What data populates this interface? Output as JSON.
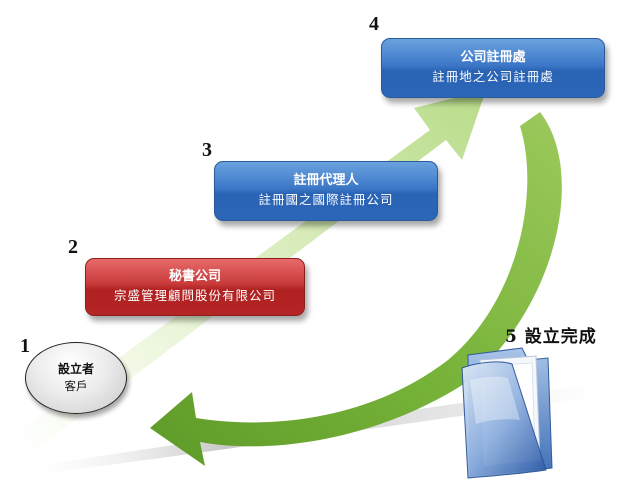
{
  "steps": [
    {
      "number": "1",
      "title": "設立者",
      "subtitle": "客戶"
    },
    {
      "number": "2",
      "title": "秘書公司",
      "subtitle": "宗盛管理顧問股份有限公司"
    },
    {
      "number": "3",
      "title": "註冊代理人",
      "subtitle": "註冊國之國際註冊公司"
    },
    {
      "number": "4",
      "title": "公司註冊處",
      "subtitle": "註冊地之公司註冊處"
    }
  ],
  "completion": {
    "number": "5",
    "label": "設立完成"
  },
  "colors": {
    "step_blue": "#2c66b8",
    "step_red": "#b42626",
    "up_arrow": "#d8ecb8",
    "return_arrow": "#79b43a"
  },
  "icons": {
    "completion": "folder-icon"
  }
}
